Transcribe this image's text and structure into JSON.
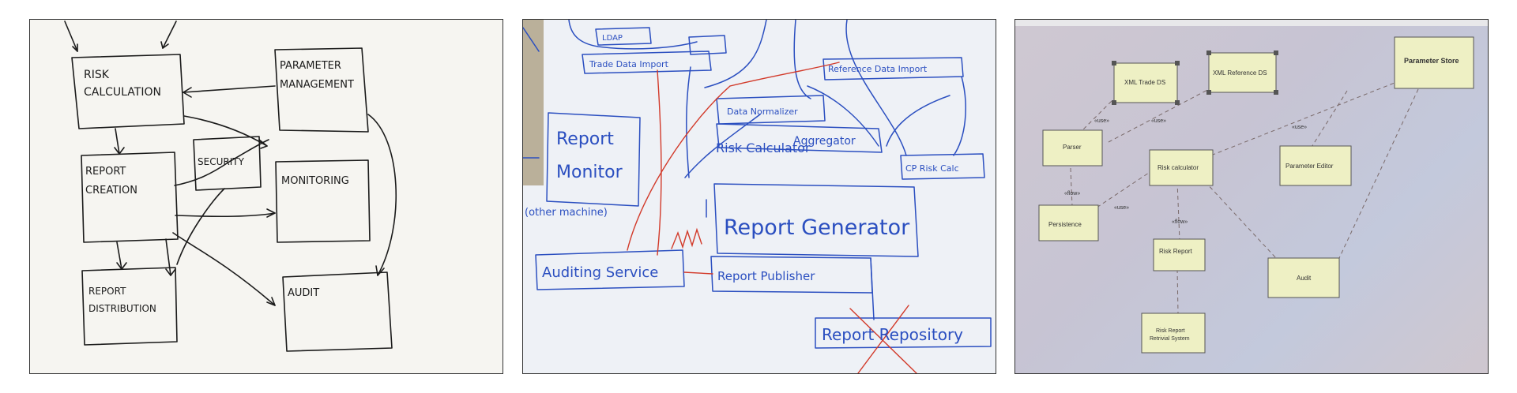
{
  "panel1": {
    "boxes": {
      "risk_calc": [
        "RISK",
        "CALCULATION"
      ],
      "param_mgmt": [
        "PARAMETER",
        "MANAGEMENT"
      ],
      "security": [
        "SECURITY"
      ],
      "report_creation": [
        "REPORT",
        "CREATION"
      ],
      "monitoring": [
        "MONITORING"
      ],
      "report_distribution": [
        "REPORT",
        "DISTRIBUTION"
      ],
      "audit": [
        "AUDIT"
      ]
    }
  },
  "panel2": {
    "ldap": "LDAP",
    "trade_data_import": "Trade Data Import",
    "reference_data_import": "Reference Data Import",
    "data_normalizer": "Data Normalizer",
    "aggregator": "Aggregator",
    "risk_calculator": "Risk Calculator",
    "cp_risk_calc": "CP Risk Calc",
    "report_monitor": [
      "Report",
      "Monitor"
    ],
    "other_machine": "(other machine)",
    "report_generator": "Report Generator",
    "auditing_service": "Auditing Service",
    "report_publisher": "Report Publisher",
    "report_repository": "Report Repository"
  },
  "panel3": {
    "xml_trade_ds": "XML Trade DS",
    "xml_reference_ds": "XML Reference DS",
    "parameter_store": "Parameter Store",
    "parser": "Parser",
    "risk_calculator": "Risk calculator",
    "parameter_editor": "Parameter Editor",
    "persistence": "Persistence",
    "risk_report": "Risk Report",
    "audit": "Audit",
    "risk_report_retrieval": [
      "Risk Report",
      "Retrivial System"
    ],
    "stereotype_use": "«use»",
    "stereotype_flow": "«flow»"
  },
  "colors": {
    "ink": "#1b1b1b",
    "blue_pen": "#2b4fc0",
    "red_pen": "#d23a2a",
    "uml_box": "#eef0c4"
  }
}
